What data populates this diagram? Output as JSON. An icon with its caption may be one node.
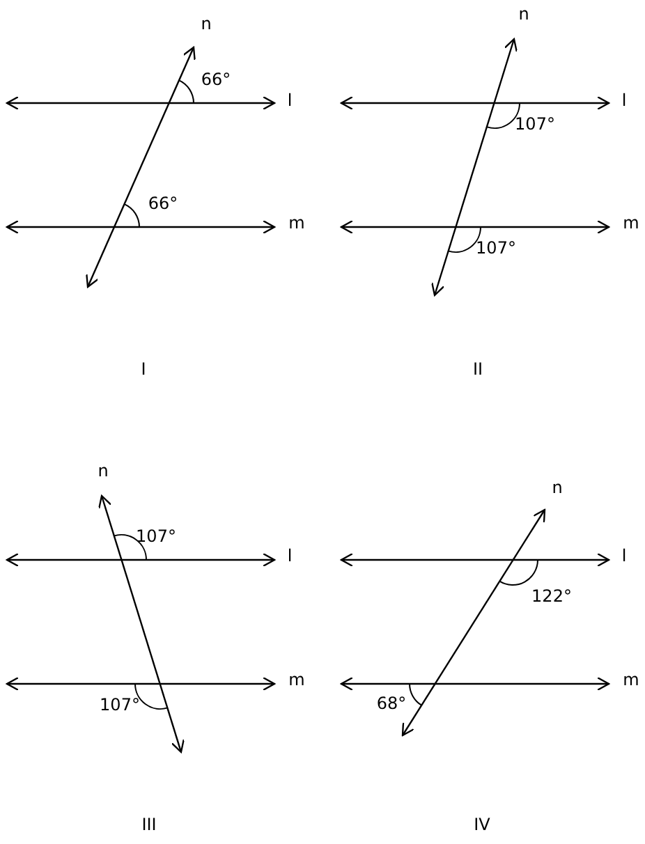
{
  "diagram": {
    "labels": [
      "n",
      "66°",
      "l",
      "66°",
      "m",
      "I",
      "n",
      "l",
      "107°",
      "m",
      "107°",
      "II",
      "n",
      "107°",
      "l",
      "m",
      "107°",
      "III",
      "n",
      "l",
      "122°",
      "m",
      "68°",
      "IV"
    ]
  }
}
